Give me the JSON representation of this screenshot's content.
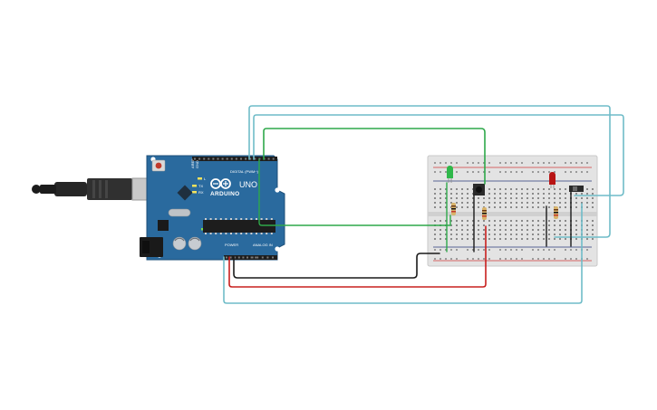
{
  "board": {
    "brand": "ARDUINO",
    "model": "UNO",
    "power_header_label": "POWER",
    "analog_header_label": "ANALOG IN",
    "digital_header_label": "DIGITAL (PWM~)",
    "led_tx": "TX",
    "led_rx": "RX",
    "led_l": "L",
    "led_on": "ON",
    "aref": "AREF",
    "gnd": "GND",
    "color": "#2a6a9e"
  },
  "components": {
    "green_led": {
      "color": "#2fb84a",
      "name": "green-led"
    },
    "red_led": {
      "color": "#b81414",
      "name": "red-led"
    },
    "pushbutton": {
      "name": "pushbutton"
    },
    "slide_switch": {
      "name": "slide-switch"
    },
    "resistor_count": 3
  },
  "wires": {
    "green": "#2ea84a",
    "light_blue": "#6fbcc8",
    "black": "#1a1a1a",
    "red": "#c8201e"
  },
  "breadboard": {
    "color": "#e3e3e3",
    "rail_plus": "#d23a3a",
    "rail_minus": "#2a3a7a"
  }
}
